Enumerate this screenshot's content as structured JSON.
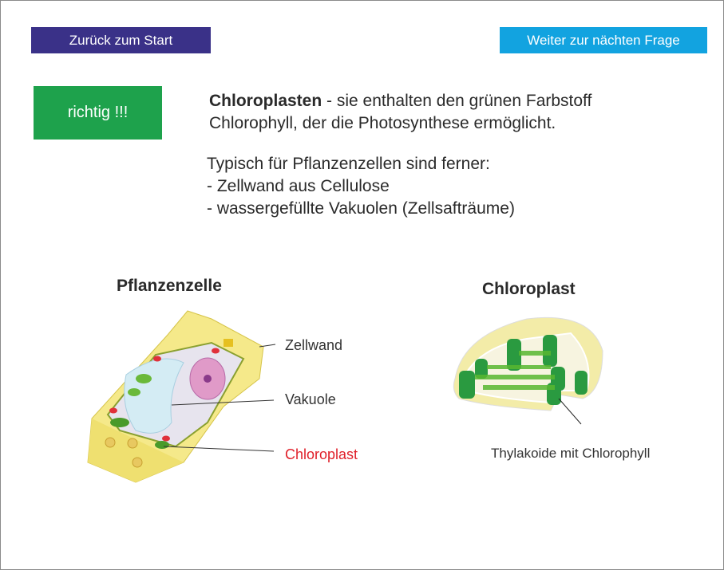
{
  "nav": {
    "back_label": "Zurück zum Start",
    "next_label": "Weiter zur nächten Frage"
  },
  "feedback": {
    "label": "richtig !!!",
    "color": "#1ea24c"
  },
  "answer": {
    "term": "Chloroplasten",
    "line1_rest": " - sie enthalten den grünen Farbstoff",
    "line2": "Chlorophyll, der die Photosynthese ermöglicht."
  },
  "extra": {
    "intro": "Typisch für Pflanzenzellen sind ferner:",
    "items": [
      "- Zellwand aus Cellulose",
      "- wassergefüllte Vakuolen (Zellsafträume)"
    ]
  },
  "figures": {
    "cell": {
      "title": "Pflanzenzelle",
      "labels": {
        "wall": "Zellwand",
        "vacuole": "Vakuole",
        "chloroplast": "Chloroplast"
      },
      "highlight_color": "#e0202a"
    },
    "chloroplast": {
      "title": "Chloroplast",
      "label": "Thylakoide mit Chlorophyll"
    }
  }
}
